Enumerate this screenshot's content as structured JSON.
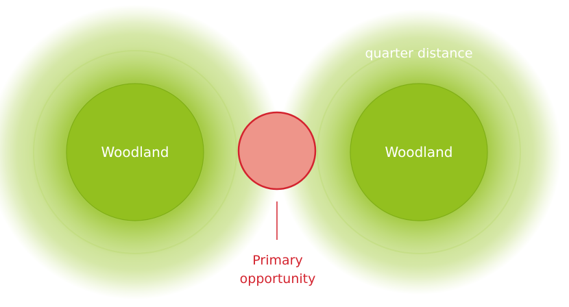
{
  "diagram": {
    "left_zone": {
      "core_label": "Woodland"
    },
    "right_zone": {
      "core_label": "Woodland",
      "buffer_label": "quarter distance"
    },
    "opportunity": {
      "label_line1": "Primary",
      "label_line2": "opportunity"
    }
  },
  "colors": {
    "core_green": "#93c01f",
    "buffer_green": "#93c01f",
    "opportunity_fill": "#ee958a",
    "opportunity_stroke": "#d3232e",
    "label_white": "#ffffff",
    "label_red": "#d3232e"
  }
}
